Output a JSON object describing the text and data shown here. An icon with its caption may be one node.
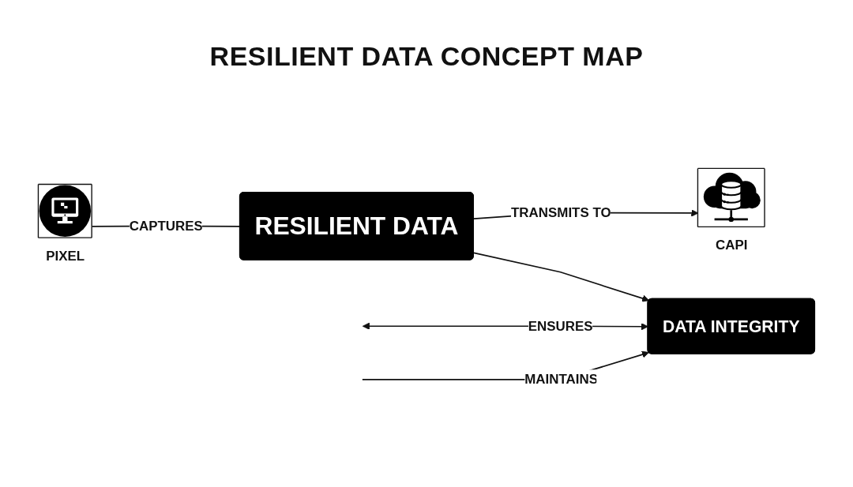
{
  "diagram": {
    "title": "RESILIENT DATA CONCEPT MAP",
    "nodes": [
      {
        "text": [
          "PIXEL"
        ]
      },
      {
        "text": [
          "RESILIENT DATA"
        ]
      },
      {
        "text": [
          "CAPI"
        ]
      },
      {
        "text": [
          "DATA INTEGRITY"
        ]
      }
    ],
    "edges": [
      {
        "from": 0,
        "to": 1,
        "arrow": "none",
        "label": "CAPTURES"
      },
      {
        "from": 1,
        "to": 2,
        "arrow": "to",
        "label": "TRANSMITS TO"
      },
      {
        "from": 1,
        "to": 3,
        "arrow": "to"
      },
      {
        "from": null,
        "to": 3,
        "arrow": "both",
        "label": "ENSURES"
      },
      {
        "from": null,
        "to": 3,
        "arrow": "to",
        "label": "MAINTAINS"
      }
    ]
  }
}
